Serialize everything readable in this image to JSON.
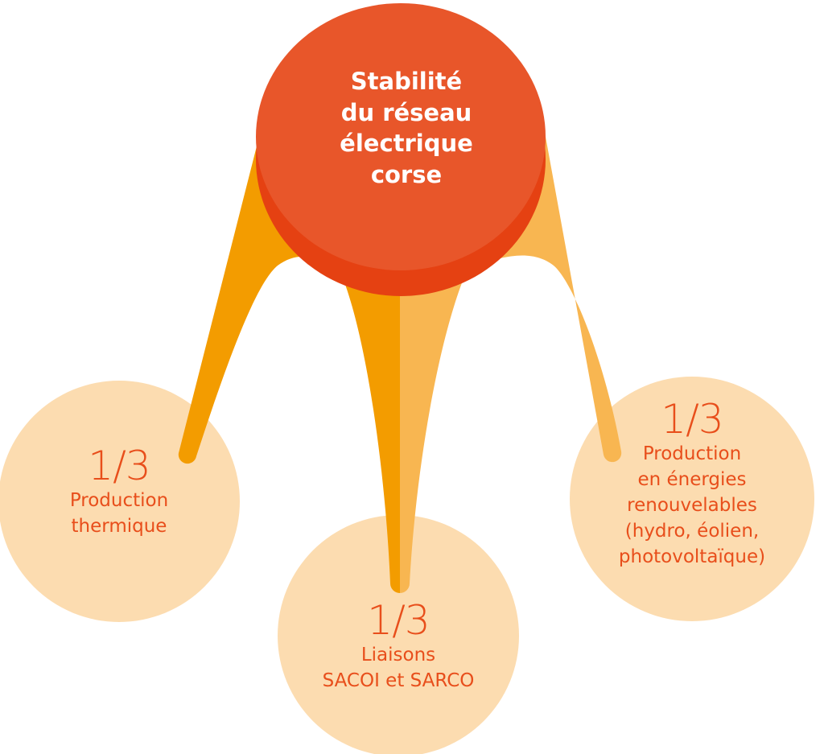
{
  "colors": {
    "center_top": "#e8562a",
    "center_rim": "#e54112",
    "leg_dark": "#f39c00",
    "leg_light": "#f8b651",
    "bubble": "#fcdcb0",
    "text_accent": "#e84e1b",
    "text_light": "#ffffff"
  },
  "center": {
    "lines": [
      "Stabilité",
      "du réseau",
      "électrique",
      "corse"
    ]
  },
  "sources": [
    {
      "fraction": "1/3",
      "lines": [
        "Production",
        "thermique"
      ]
    },
    {
      "fraction": "1/3",
      "lines": [
        "Liaisons",
        "SACOI et SARCO"
      ]
    },
    {
      "fraction": "1/3",
      "lines": [
        "Production",
        "en énergies",
        "renouvelables",
        "(hydro, éolien,",
        "photovoltaïque)"
      ]
    }
  ]
}
